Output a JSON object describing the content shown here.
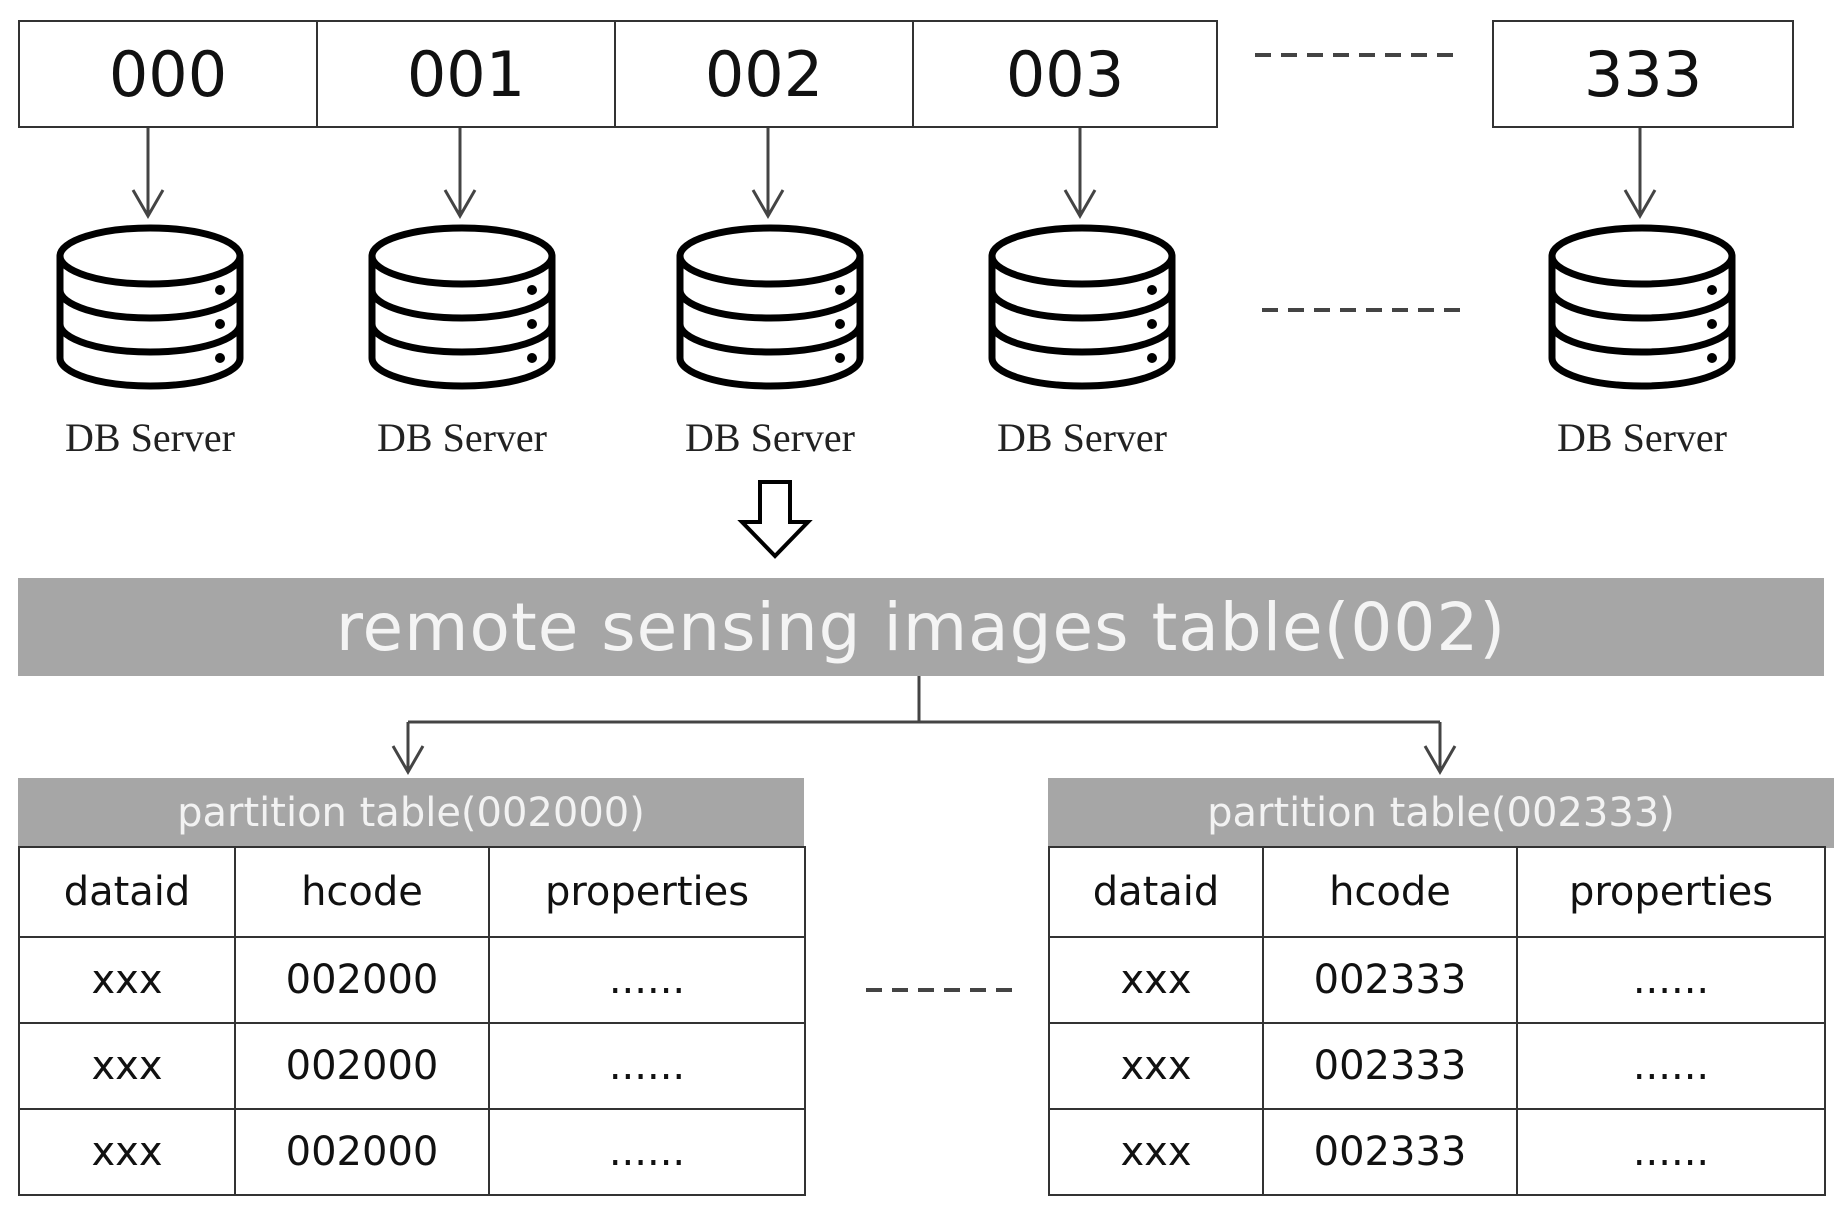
{
  "keys": [
    "000",
    "001",
    "002",
    "003",
    "333"
  ],
  "db_servers": [
    "DB Server",
    "DB Server",
    "DB Server",
    "DB Server",
    "DB Server"
  ],
  "main_table": {
    "title": "remote sensing images table(002)"
  },
  "partitions": [
    {
      "title": "partition table(002000)",
      "columns": [
        "dataid",
        "hcode",
        "properties"
      ],
      "rows": [
        [
          "xxx",
          "002000",
          "......"
        ],
        [
          "xxx",
          "002000",
          "......"
        ],
        [
          "xxx",
          "002000",
          "......"
        ]
      ]
    },
    {
      "title": "partition table(002333)",
      "columns": [
        "dataid",
        "hcode",
        "properties"
      ],
      "rows": [
        [
          "xxx",
          "002333",
          "......"
        ],
        [
          "xxx",
          "002333",
          "......"
        ],
        [
          "xxx",
          "002333",
          "......"
        ]
      ]
    }
  ]
}
